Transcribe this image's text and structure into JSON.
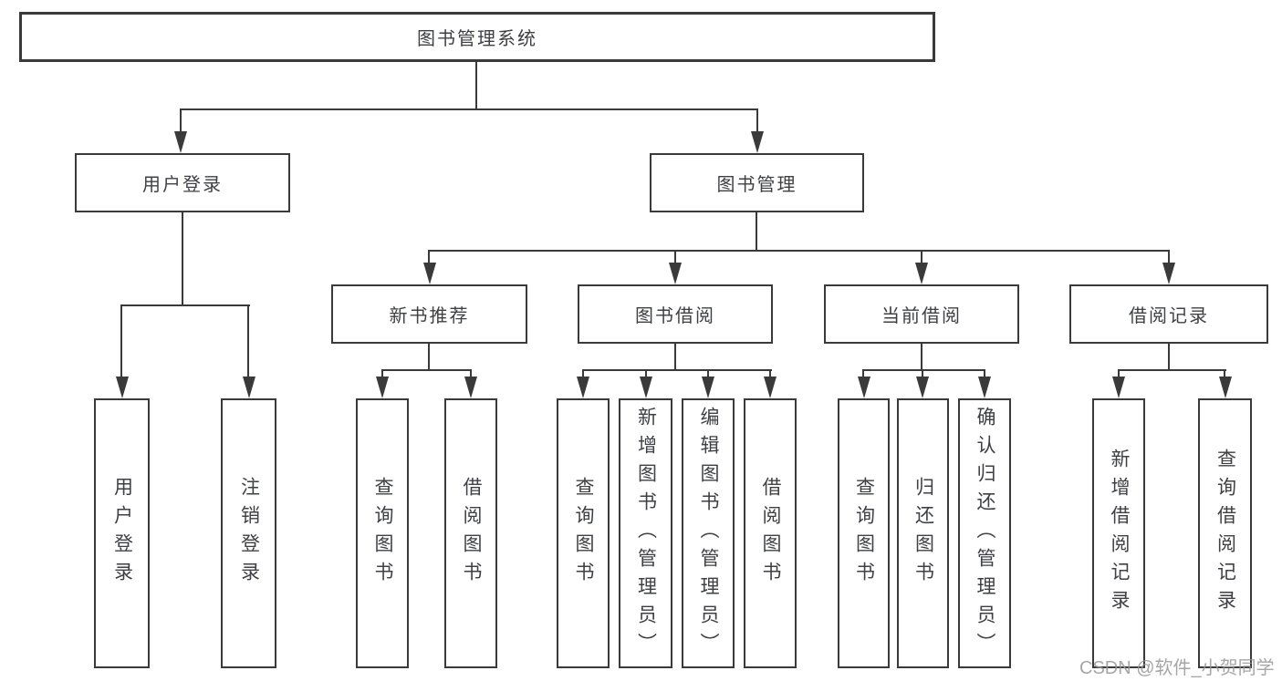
{
  "title": "图书管理系统",
  "tree": {
    "root": {
      "label": "图书管理系统"
    },
    "level2": [
      {
        "label": "用户登录",
        "children": [
          "用户登录",
          "注销登录"
        ]
      },
      {
        "label": "图书管理",
        "groups": [
          {
            "label": "新书推荐",
            "children": [
              "查询图书",
              "借阅图书"
            ]
          },
          {
            "label": "图书借阅",
            "children": [
              "查询图书",
              "新增图书（管理员）",
              "编辑图书（管理员）",
              "借阅图书"
            ]
          },
          {
            "label": "当前借阅",
            "children": [
              "查询图书",
              "归还图书",
              "确认归还（管理员）"
            ]
          },
          {
            "label": "借阅记录",
            "children": [
              "新增借阅记录",
              "查询借阅记录"
            ]
          }
        ]
      }
    ]
  },
  "watermark": {
    "text": "CSDN @软件_小贺同学"
  },
  "colors": {
    "line": "#3a3a3a",
    "text": "#3f4045",
    "watermark": "#969696"
  }
}
